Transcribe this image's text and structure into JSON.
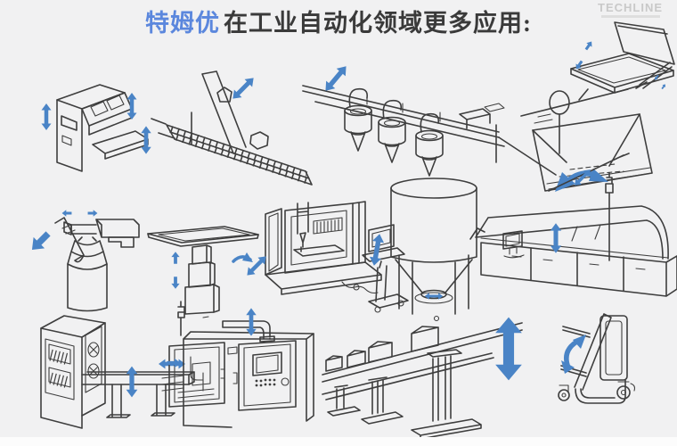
{
  "title": {
    "brand": "特姆优",
    "suffix": "在工业自动化领域更多应用:"
  },
  "logo": {
    "text": "TECHLINE"
  },
  "colors": {
    "background": "#f1f1f2",
    "line": "#3e3e3e",
    "arrow": "#4a84c6",
    "title_brand": "#5b87dd",
    "title_text": "#3a3a3a",
    "logo": "#c9c9c9"
  }
}
